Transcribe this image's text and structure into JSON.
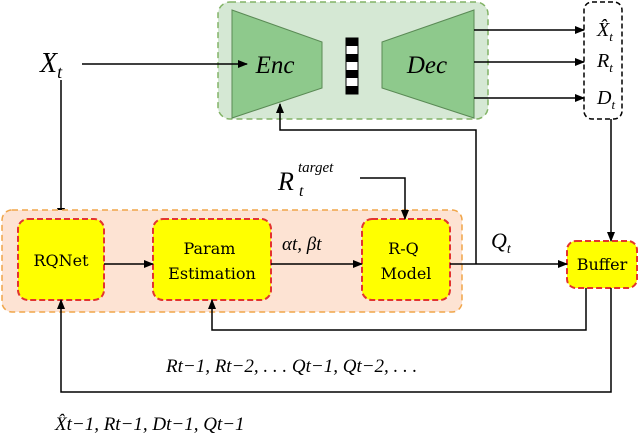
{
  "inputs": {
    "x_t": {
      "base": "X",
      "sub": "t"
    },
    "r_target": {
      "base": "R",
      "sub": "t",
      "sup": "target"
    }
  },
  "codec": {
    "encoder_label": "Enc",
    "decoder_label": "Dec"
  },
  "outputs": [
    {
      "base": "X̂",
      "sub": "t"
    },
    {
      "base": "R",
      "sub": "t"
    },
    {
      "base": "D",
      "sub": "t"
    }
  ],
  "rate_control": {
    "rqnet_label": "RQNet",
    "param_estimation_label": [
      "Param",
      "Estimation"
    ],
    "rq_model_label": [
      "R-Q",
      "Model"
    ],
    "params_text": "αt, βt",
    "q_label": {
      "base": "Q",
      "sub": "t"
    }
  },
  "buffer": {
    "label": "Buffer"
  },
  "feedback": {
    "history_label": "Rt−1, Rt−2, . . .   Qt−1, Qt−2, . . .",
    "prev_label": "X̂t−1, Rt−1, Dt−1, Qt−1"
  },
  "colors": {
    "codec_fill": "#d5e8d4",
    "codec_border": "#82b366",
    "trapezoid_fill": "#8ec98c",
    "trapezoid_stroke": "#5a8a55",
    "rc_fill": "#fde3d3",
    "rc_border": "#f0a64a",
    "block_fill": "#ffff00",
    "block_border": "#e3342f",
    "line": "#000000"
  }
}
